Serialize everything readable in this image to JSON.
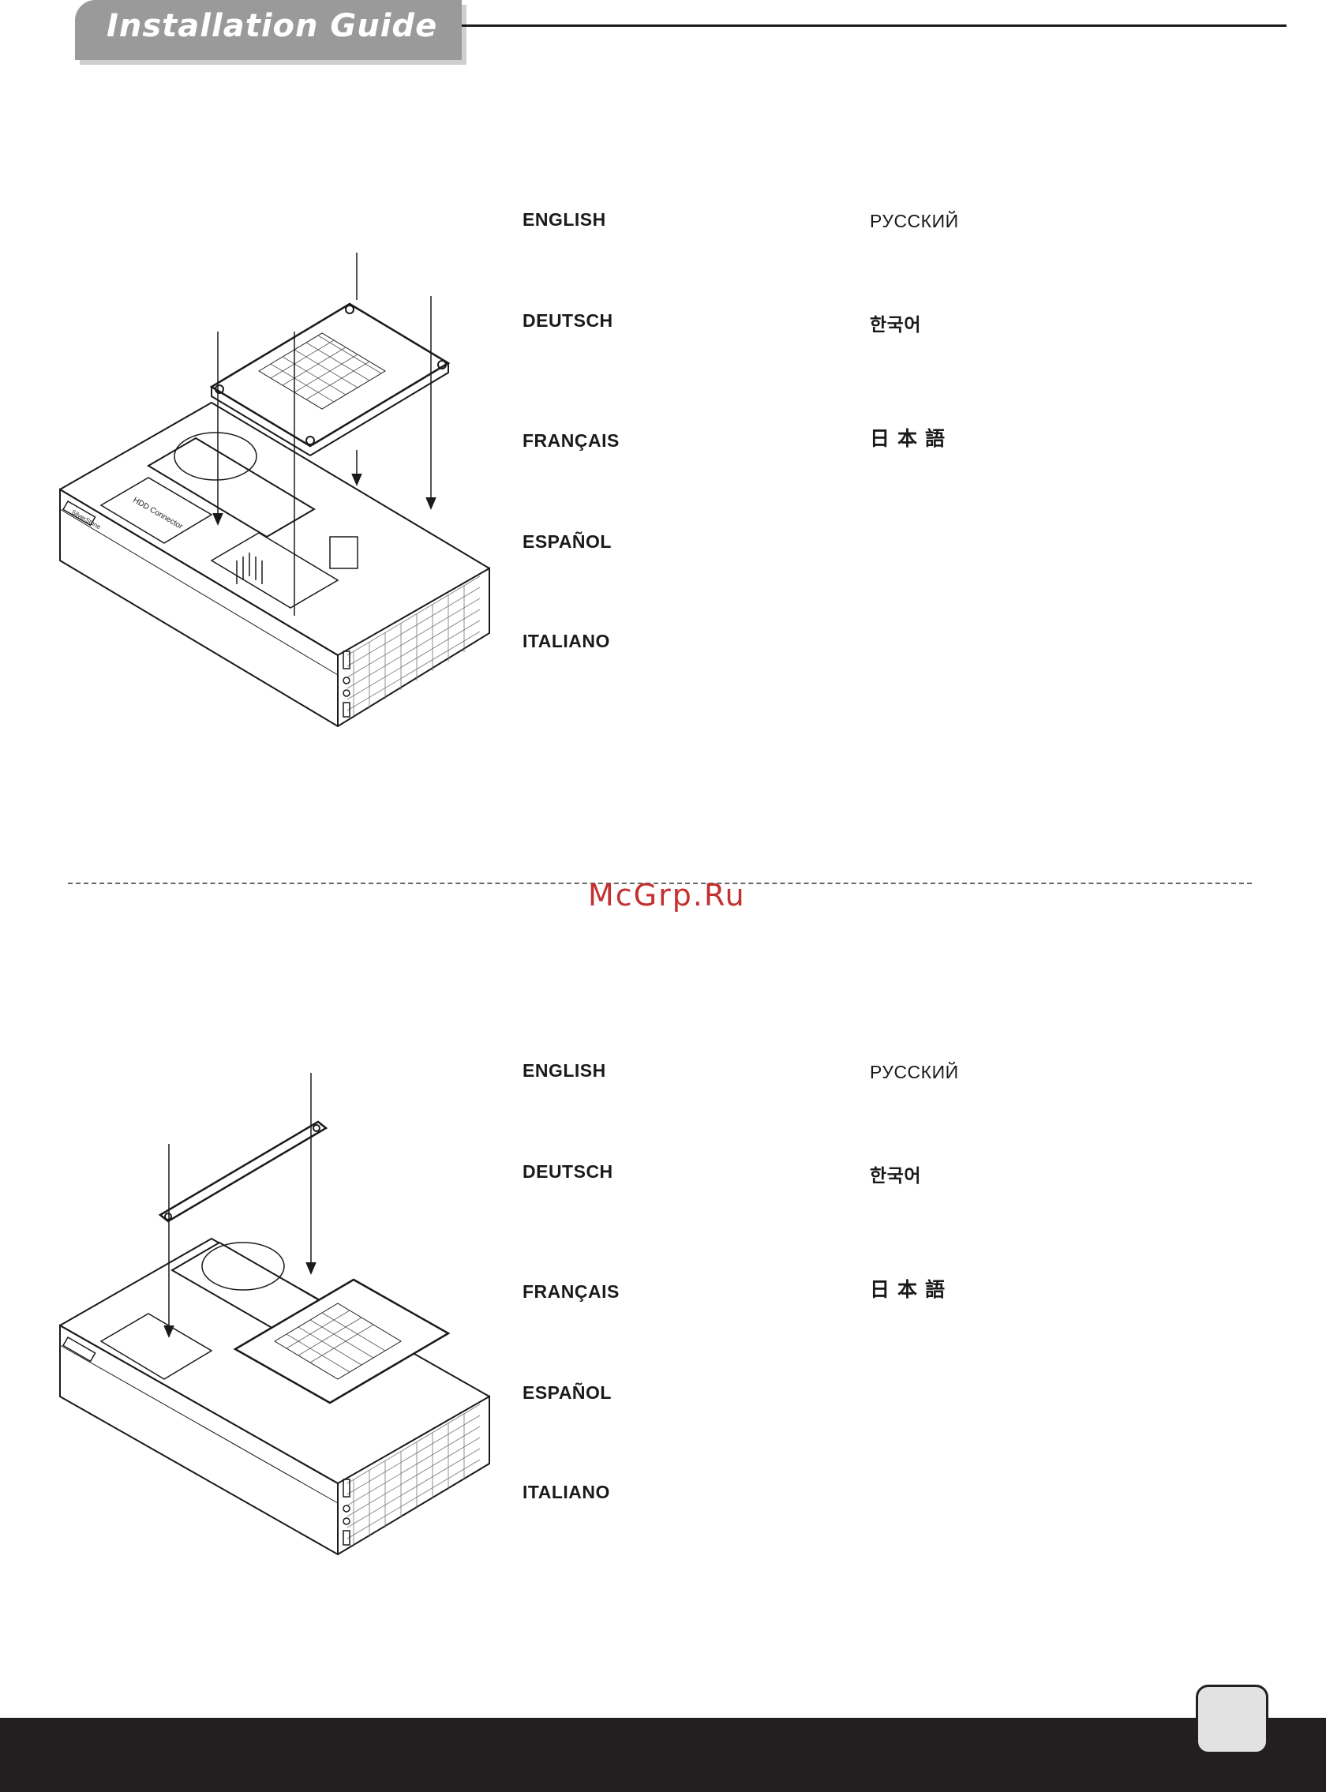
{
  "header": {
    "title": "Installation Guide"
  },
  "watermark": {
    "text": "McGrp.Ru"
  },
  "sections": [
    {
      "languages": {
        "english": "ENGLISH",
        "deutsch": "DEUTSCH",
        "francais": "FRANÇAIS",
        "espanol": "ESPAÑOL",
        "italiano": "ITALIANO",
        "russian": "РУССКИЙ",
        "korean": "한국어",
        "japanese": "日本語"
      }
    },
    {
      "languages": {
        "english": "ENGLISH",
        "deutsch": "DEUTSCH",
        "francais": "FRANÇAIS",
        "espanol": "ESPAÑOL",
        "italiano": "ITALIANO",
        "russian": "РУССКИЙ",
        "korean": "한국어",
        "japanese": "日本語"
      }
    }
  ],
  "footer": {
    "page_number": ""
  },
  "illustration_labels": {
    "brand_plate": "SilverStone",
    "hdd_label": "HDD Connector"
  }
}
